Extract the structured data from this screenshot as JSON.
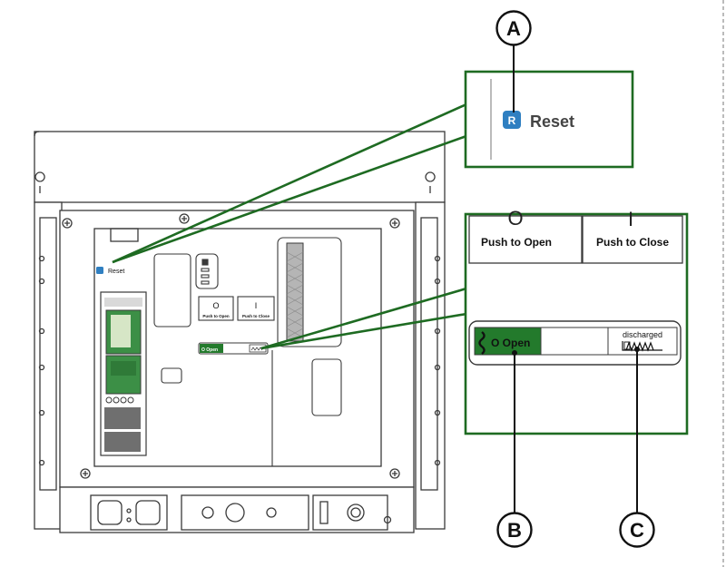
{
  "callouts": {
    "a": {
      "letter": "A"
    },
    "b": {
      "letter": "B"
    },
    "c": {
      "letter": "C"
    }
  },
  "zoom_reset": {
    "badge": "R",
    "label": "Reset"
  },
  "zoom_buttons": {
    "open_symbol": "O",
    "close_symbol": "I",
    "push_to_open": "Push to Open",
    "push_to_close": "Push to Close"
  },
  "zoom_indicator": {
    "main_state": "O Open",
    "spring_state": "discharged"
  },
  "device": {
    "reset_label": "Reset",
    "push_to_open": "Push to Open",
    "push_to_close": "Push to Close",
    "open_symbol": "O",
    "close_symbol": "I",
    "indicator_open": "O Open"
  },
  "colors": {
    "callout_green": "#1e6b22",
    "indicator_green": "#237a2c",
    "reset_blue": "#2f7fc1",
    "outline": "#3a3a3a"
  }
}
